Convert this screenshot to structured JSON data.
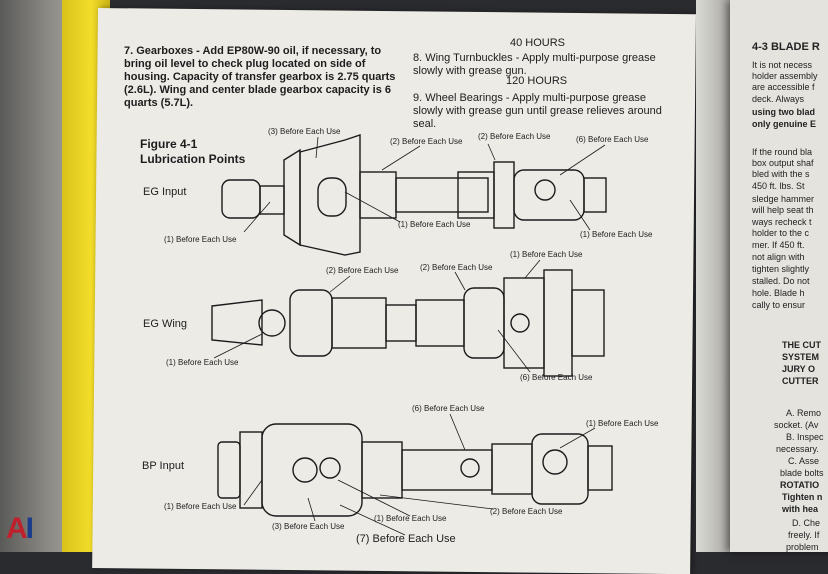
{
  "manual": {
    "item7": "7. Gearboxes - Add EP80W-90 oil, if necessary, to bring oil level to check plug located on side of housing. Capacity of transfer gearbox is 2.75 quarts (2.6L). Wing and center blade gearbox capacity is 6 quarts (5.7L).",
    "hours40": "40 HOURS",
    "item8": "8. Wing Turnbuckles - Apply multi-purpose grease slowly with grease gun.",
    "hours120": "120 HOURS",
    "item9": "9. Wheel Bearings - Apply multi-purpose grease slowly with grease gun until grease relieves around seal.",
    "figure_title": "Figure 4-1",
    "figure_subtitle": "Lubrication Points",
    "rows": {
      "eg_input": "EG Input",
      "eg_wing": "EG Wing",
      "bp_input": "BP Input"
    },
    "callouts": {
      "c1": "(3) Before Each Use",
      "c2": "(2) Before Each Use",
      "c3": "(2) Before Each Use",
      "c4": "(6) Before Each Use",
      "c5": "(1) Before Each Use",
      "c6": "(1) Before Each Use",
      "c7": "(1) Before Each Use",
      "c8": "(2) Before Each Use",
      "c9": "(2) Before Each Use",
      "c10": "(1) Before Each Use",
      "c11": "(1) Before Each Use",
      "c12": "(6) Before Each Use",
      "c13": "(6) Before Each Use",
      "c14": "(1) Before Each Use",
      "c15": "(1) Before Each Use",
      "c16": "(3) Before Each Use",
      "c17": "(1) Before Each Use",
      "c18": "(2) Before Each Use",
      "c19": "(7) Before Each Use"
    }
  },
  "right_page": {
    "heading": "4-3 BLADE R",
    "lines": [
      "It is not necess",
      "holder assembly",
      "are accessible f",
      "deck. Always",
      "using two blad",
      "only genuine E",
      "",
      "If the round bla",
      "box output shaf",
      "bled with the s",
      "450 ft. lbs. St",
      "sledge hammer",
      "will help seat th",
      "ways recheck t",
      "holder to the c",
      "mer. If 450 ft.",
      "not align with",
      "tighten slightly",
      "stalled. Do not",
      "hole. Blade h",
      "cally to ensur",
      "",
      "THE CUT",
      "SYSTEM",
      "JURY O",
      "CUTTER",
      "",
      "A. Remo",
      "socket. (Av",
      "B. Inspec",
      "necessary.",
      "C. Asse",
      "blade bolts",
      "ROTATIO",
      "Tighten n",
      "with hea",
      "D. Che",
      "freely. If",
      "problem"
    ]
  },
  "logo": {
    "a": "A",
    "i": "I"
  },
  "colors": {
    "binder": "#f3dd2a",
    "paper": "#ecebe6",
    "logo_blue": "#1a3c8c",
    "logo_red": "#c01f2c"
  }
}
